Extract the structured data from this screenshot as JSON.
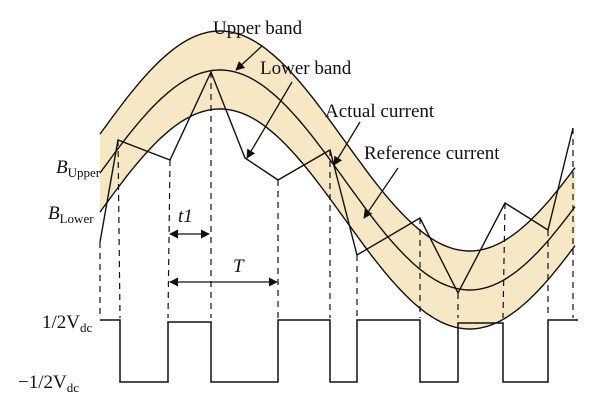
{
  "labels": {
    "upper_band": "Upper band",
    "lower_band": "Lower band",
    "actual_current": "Actual current",
    "reference_current": "Reference current",
    "b_upper_main": "B",
    "b_upper_sub": "Upper",
    "b_lower_main": "B",
    "b_lower_sub": "Lower",
    "t1": "t1",
    "period": "T",
    "v_pos_main": "1/2V",
    "v_pos_sub": "dc",
    "v_neg_main": "−1/2V",
    "v_neg_sub": "dc"
  },
  "colors": {
    "band_fill": "#f7e7c4",
    "line": "#111111"
  }
}
